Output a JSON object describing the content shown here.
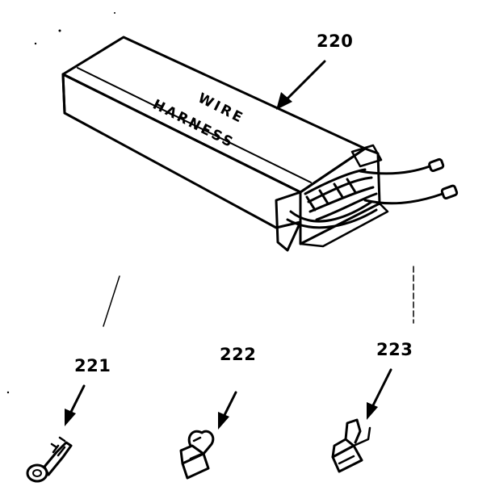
{
  "diagram": {
    "box": {
      "label_line1": "WIRE",
      "label_line2": "HARNESS",
      "callout": "220"
    },
    "parts": [
      {
        "callout": "221",
        "icon": "ring-terminal-icon"
      },
      {
        "callout": "222",
        "icon": "spade-terminal-icon"
      },
      {
        "callout": "223",
        "icon": "flag-terminal-icon"
      }
    ],
    "colors": {
      "ink": "#000000",
      "paper": "#ffffff"
    }
  }
}
